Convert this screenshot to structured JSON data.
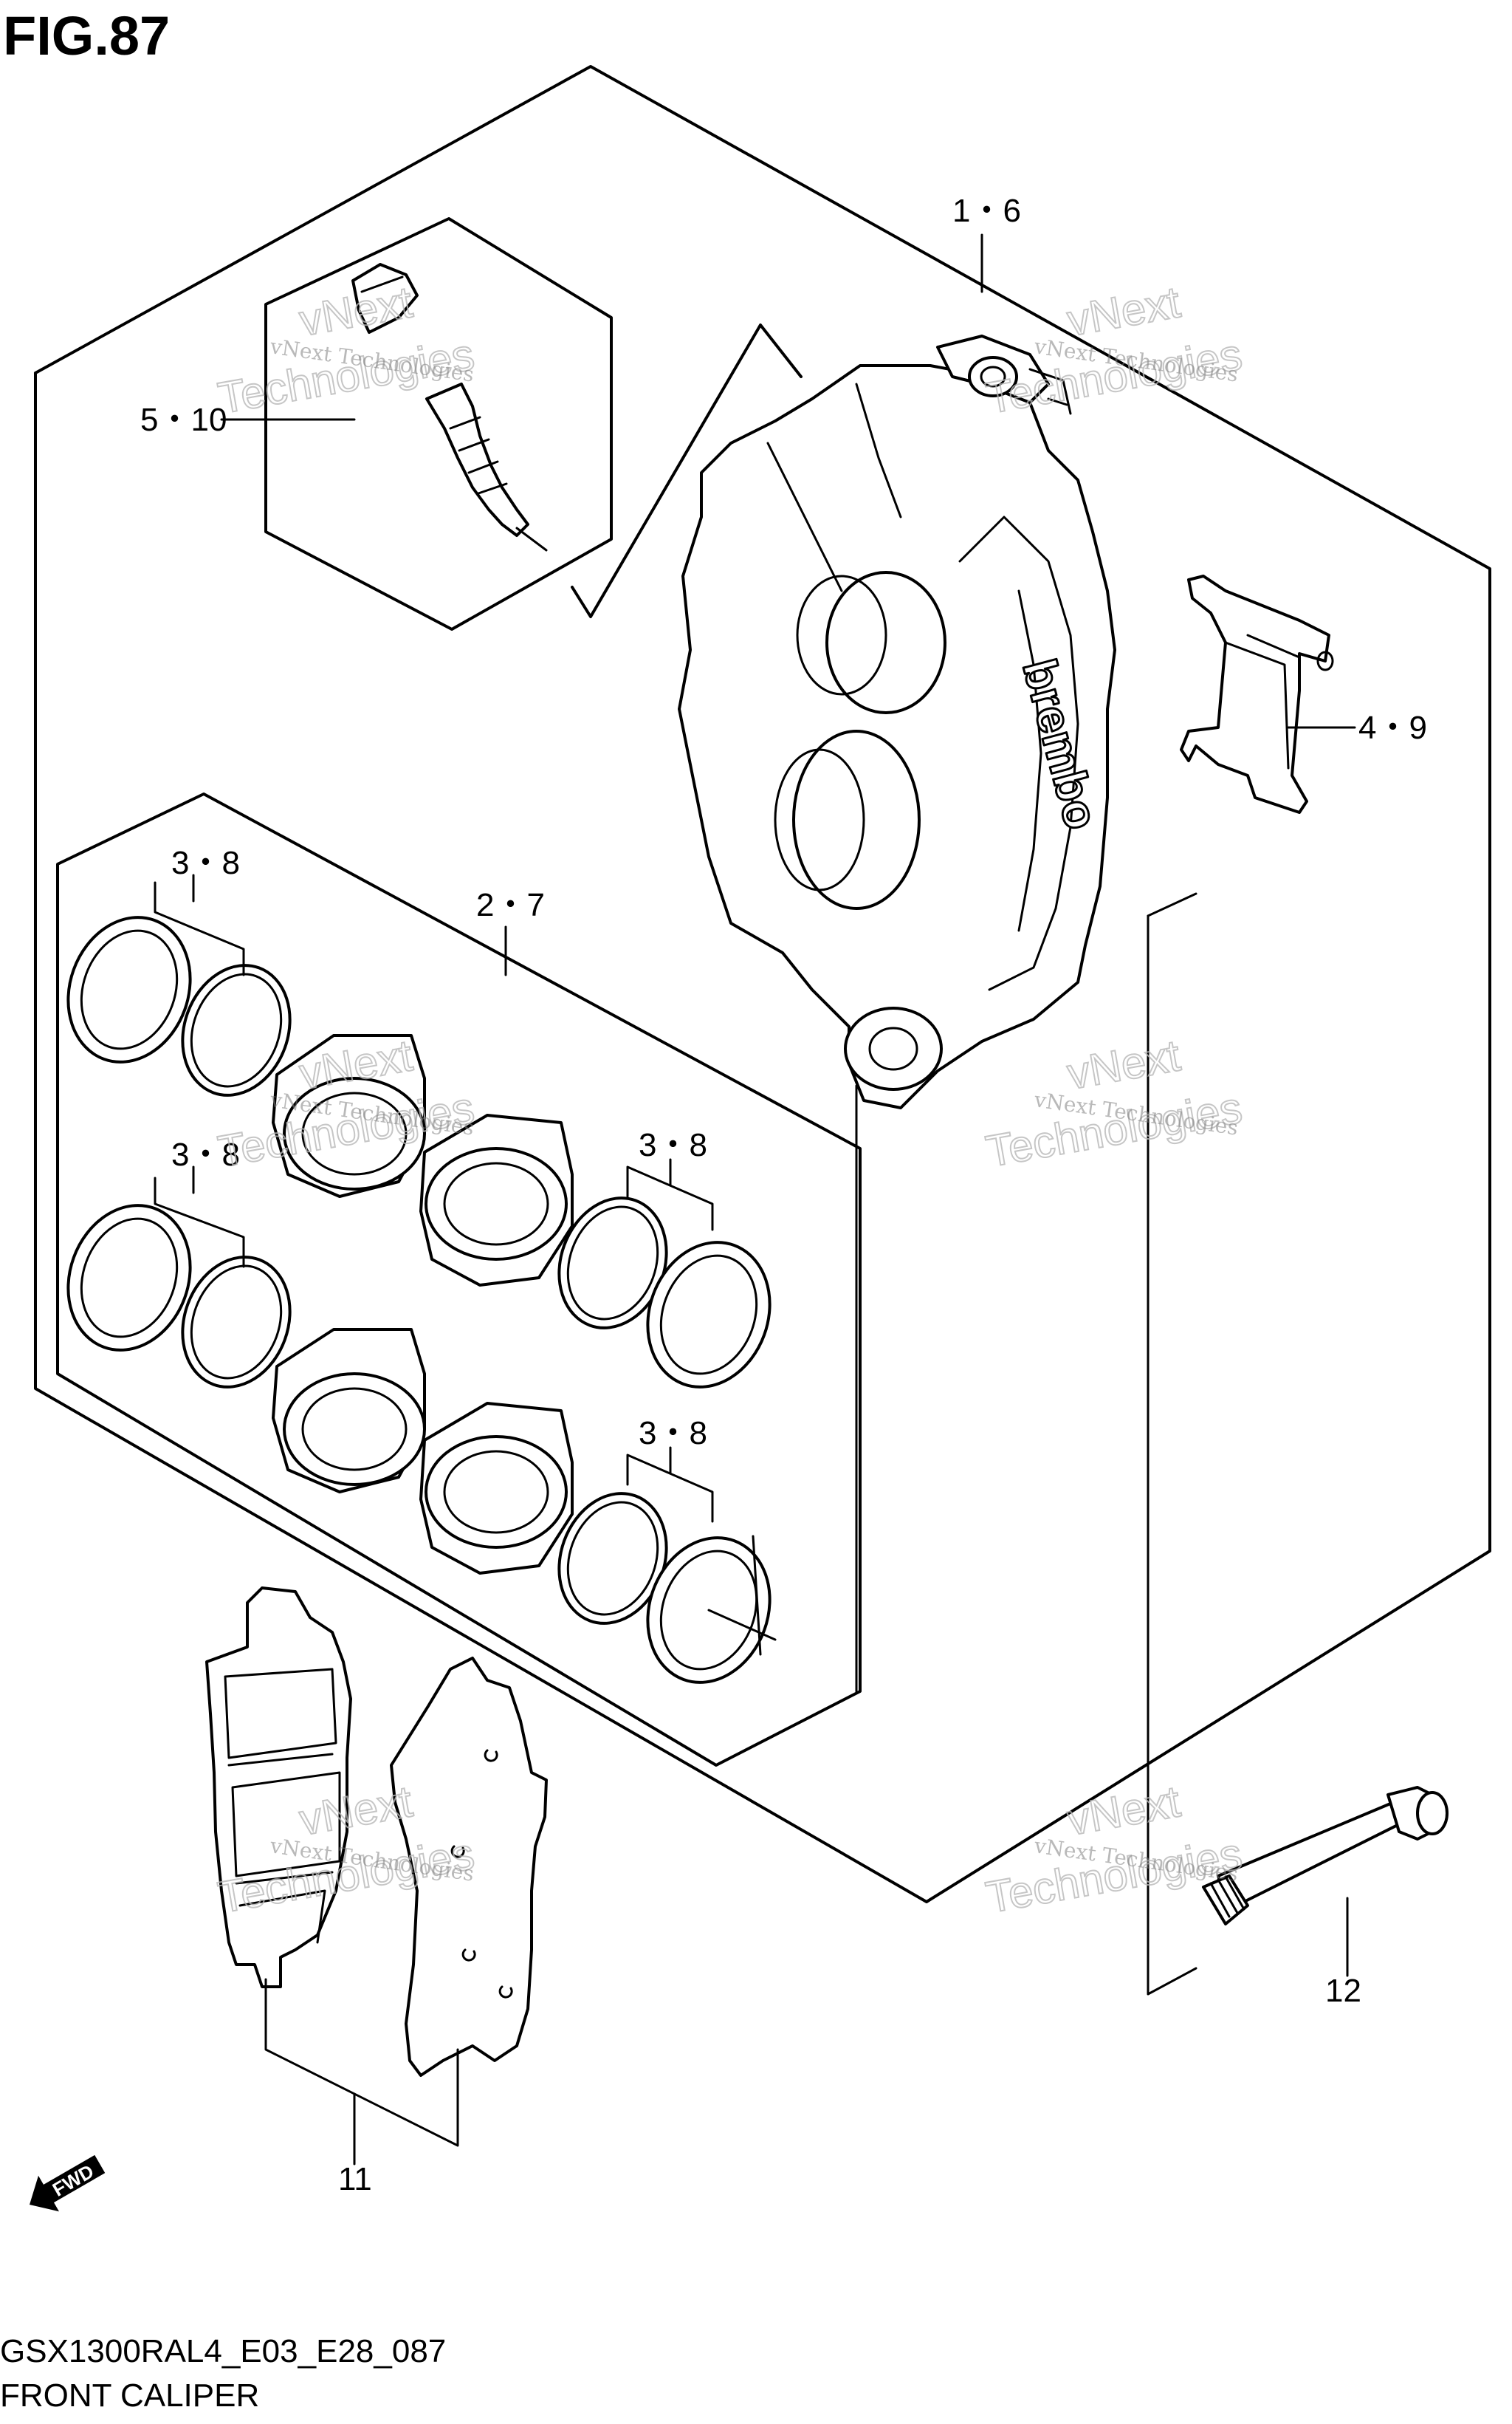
{
  "figure_title": "FIG.87",
  "footer": {
    "model_code": "GSX1300RAL4_E03_E28_087",
    "caption": "FRONT CALIPER"
  },
  "callouts": {
    "caliper": "1・6",
    "bleeder": "5・10",
    "pad_spring": "4・9",
    "piston_set": "2・7",
    "seal_top_left": "3・8",
    "seal_lower_left": "3・8",
    "seal_mid_right": "3・8",
    "seal_bottom_right": "3・8",
    "bolt": "12",
    "pads": "11"
  },
  "caliper_brand": "brembo",
  "fwd_label": "FWD",
  "watermark": {
    "line1": "vNext Technologies",
    "line2": "vNext",
    "line3": "Technologies"
  }
}
